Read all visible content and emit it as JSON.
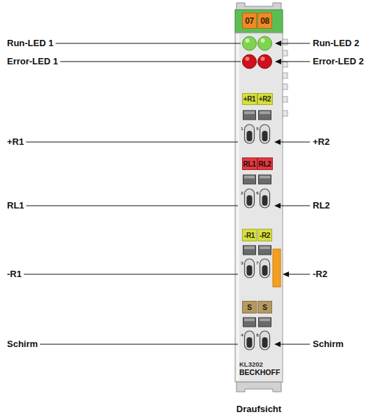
{
  "diagram": {
    "caption": "Draufsicht",
    "nodes": [
      {
        "text": [
          "07"
        ]
      },
      {
        "text": [
          "08"
        ]
      },
      {
        "text": [
          "+R1"
        ]
      },
      {
        "text": [
          "+R2"
        ]
      },
      {
        "text": [
          "RL1"
        ]
      },
      {
        "text": [
          "RL2"
        ]
      },
      {
        "text": [
          "-R1"
        ]
      },
      {
        "text": [
          "-R2"
        ]
      },
      {
        "text": [
          "S"
        ]
      },
      {
        "text": [
          "S"
        ]
      }
    ],
    "labels": [
      "Run-LED 1",
      "Error-LED 1",
      "+R1",
      "RL1",
      "-R1",
      "Schirm",
      "Run-LED 2",
      "Error-LED 2",
      "+R2",
      "RL2",
      "-R2",
      "Schirm",
      "1",
      "5",
      "2",
      "6",
      "3",
      "7",
      "4",
      "8",
      "KL3202",
      "BECKHOFF"
    ]
  }
}
